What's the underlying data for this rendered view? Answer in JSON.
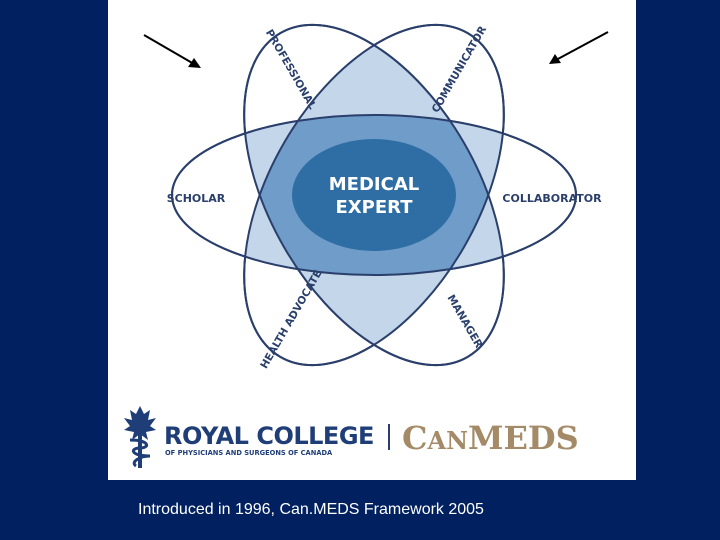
{
  "diagram": {
    "center_lines": [
      "MEDICAL",
      "EXPERT"
    ],
    "roles": {
      "professional": "PROFESSIONAL",
      "communicator": "COMMUNICATOR",
      "scholar": "SCHOLAR",
      "collaborator": "COLLABORATOR",
      "health_advocate": "HEALTH ADVOCATE",
      "manager": "MANAGER"
    },
    "colors": {
      "petal_outline": "#2a3f6b",
      "overlap_light": "#c3d6ea",
      "overlap_medium": "#6f9cc8",
      "center": "#2f6ea4"
    }
  },
  "logo": {
    "org_name": "ROYAL COLLEGE",
    "org_subtitle": "OF PHYSICIANS AND SURGEONS OF CANADA",
    "brand_c": "C",
    "brand_an": "AN",
    "brand_meds": "MEDS"
  },
  "caption": "Introduced in 1996, Can.MEDS Framework 2005",
  "colors": {
    "background": "#002060",
    "logo_navy": "#1f3e78",
    "canmeds_gold": "#a48a66"
  }
}
